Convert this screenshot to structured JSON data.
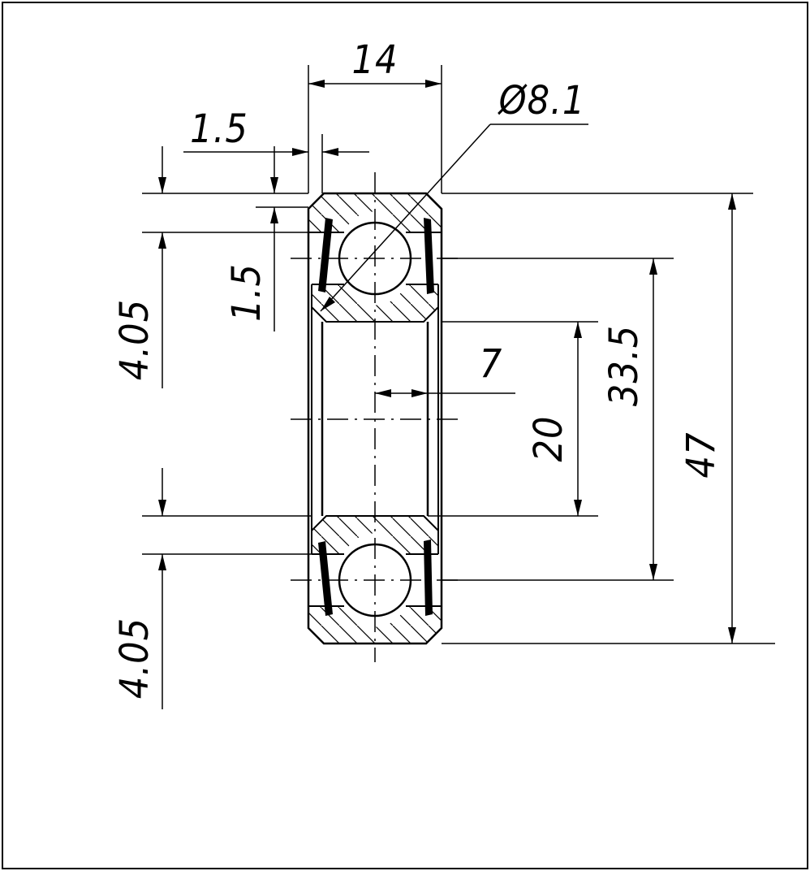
{
  "title": "",
  "dimensions": {
    "width": "14",
    "ball_diameter": "Ø8.1",
    "shield_thickness": "1.5",
    "shield_offset": "1.5",
    "top_ring_height": "4.05",
    "bottom_ring_height": "4.05",
    "bore_half": "7",
    "bore_diameter": "20",
    "pitch_diameter": "33.5",
    "outer_diameter": "47"
  }
}
